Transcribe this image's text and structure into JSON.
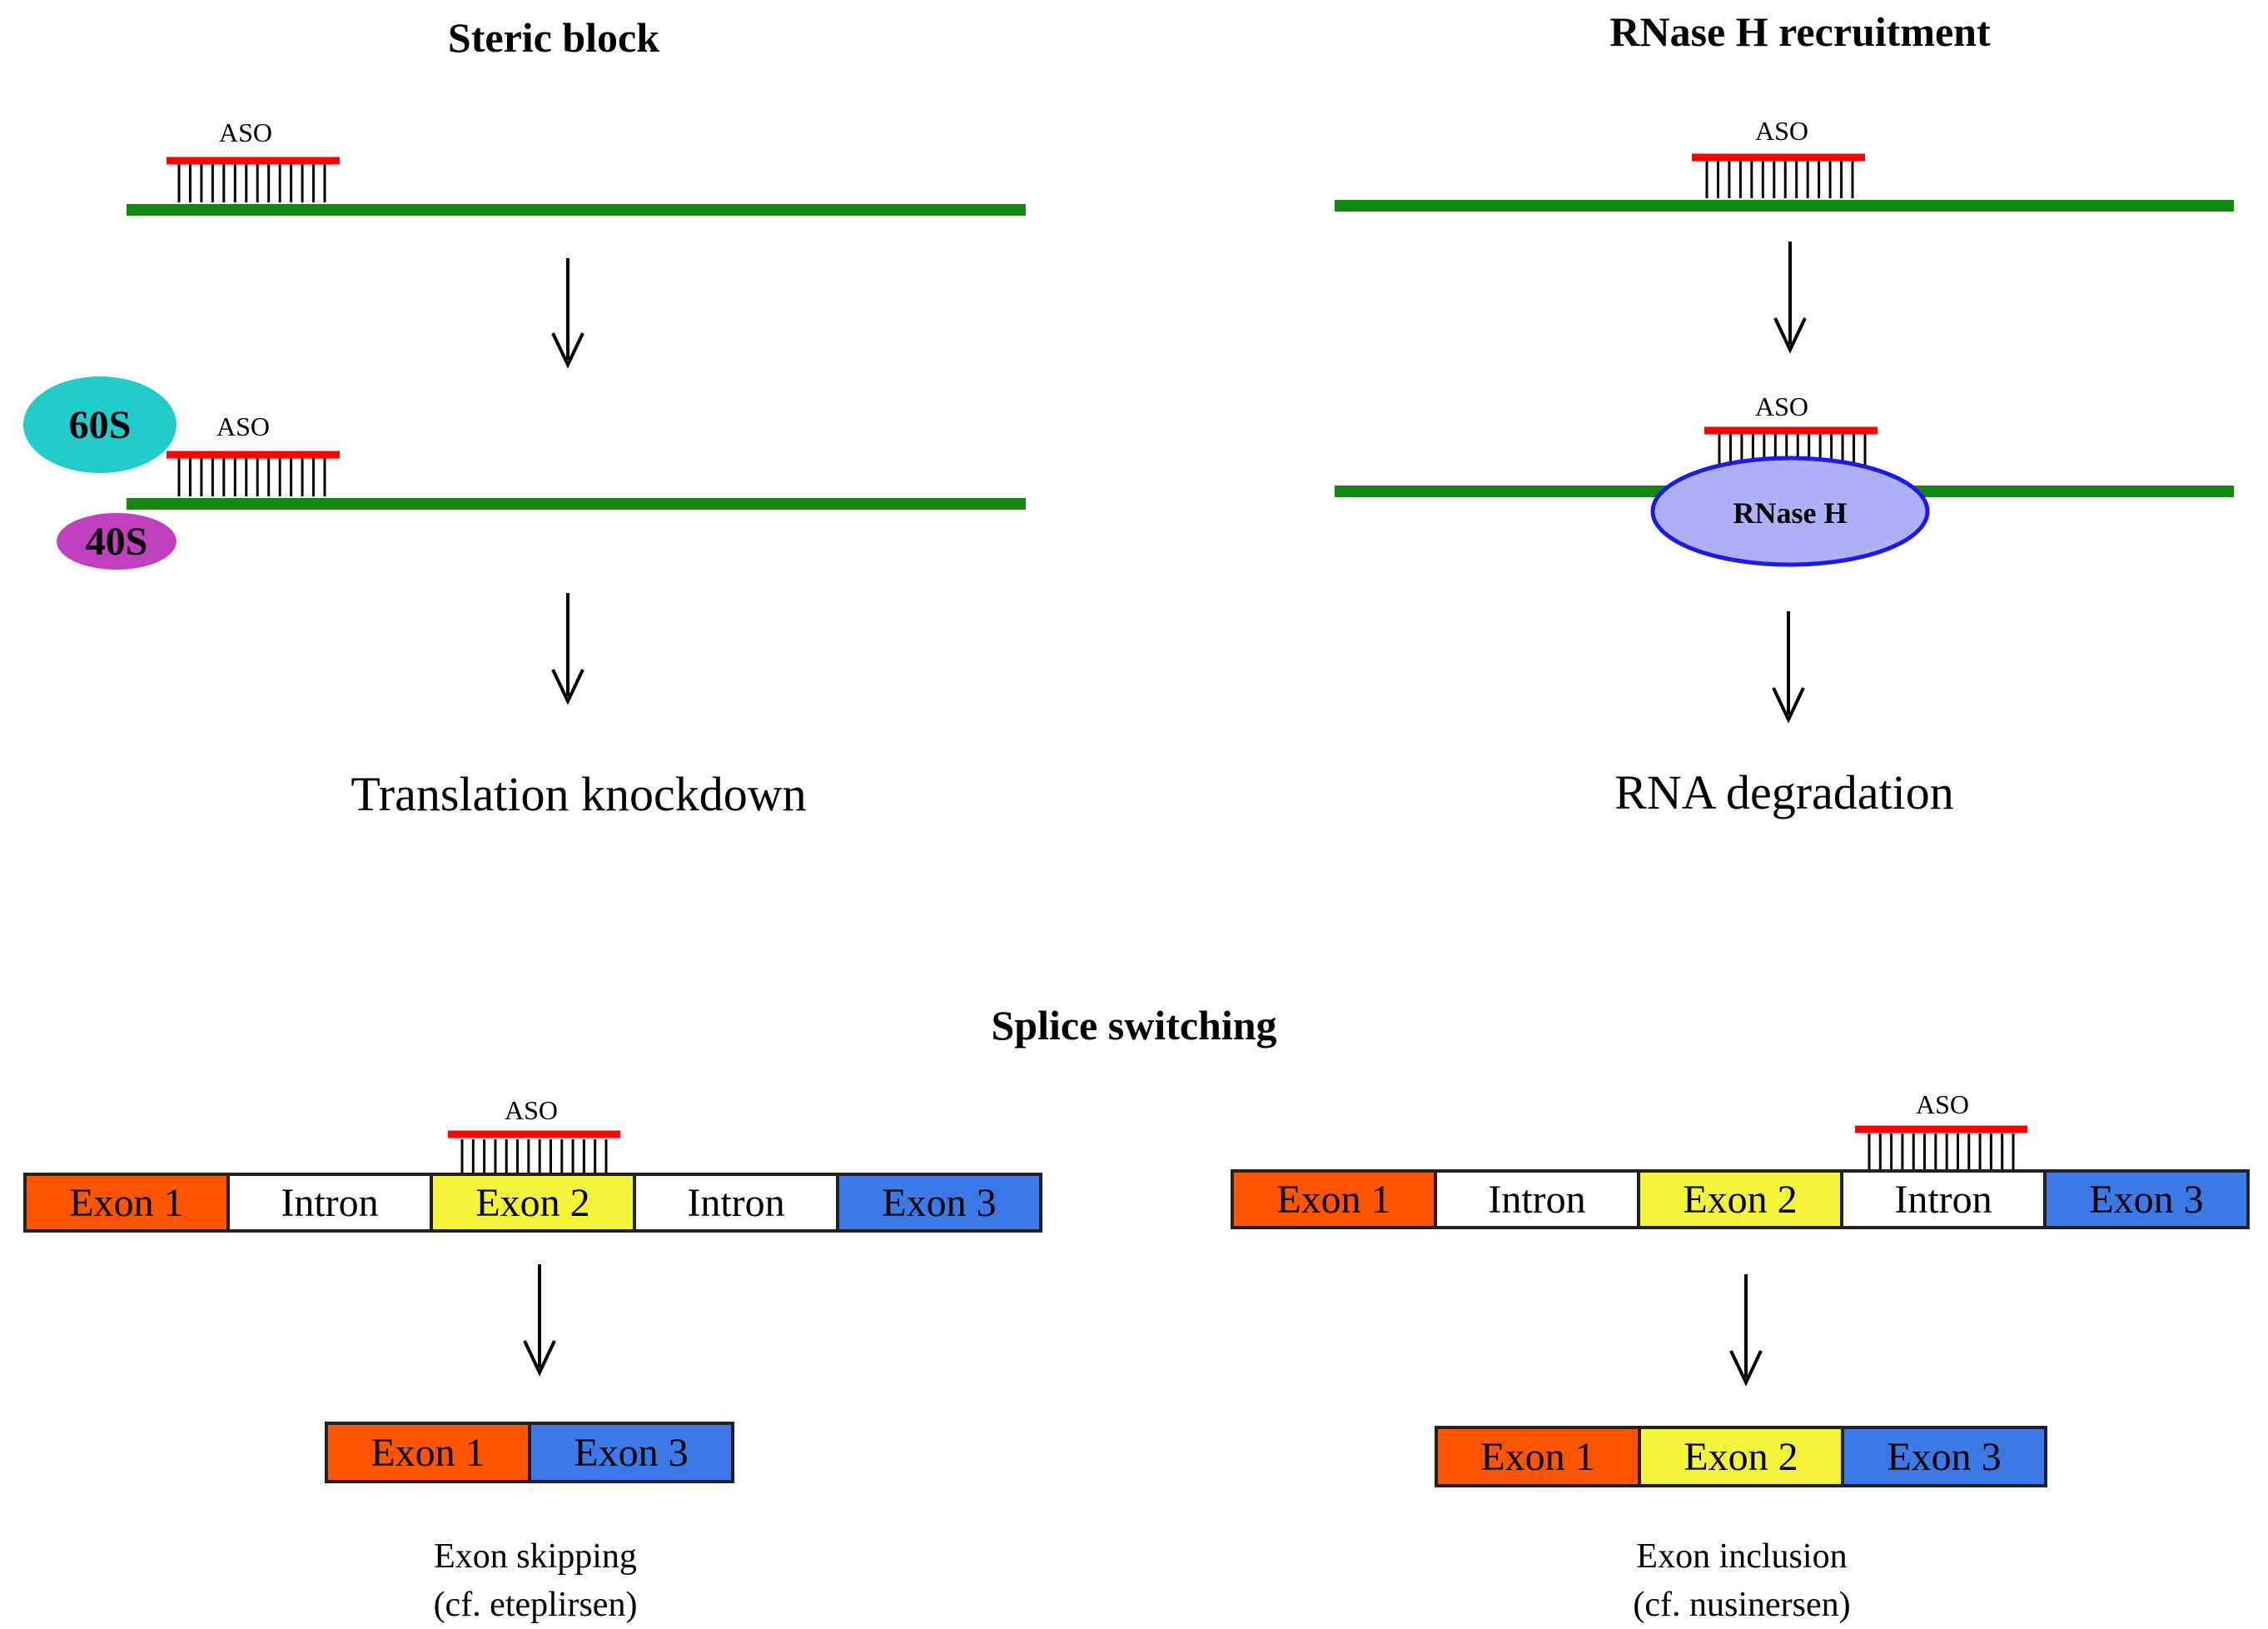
{
  "colors": {
    "rna": "#118811",
    "aso": "#ff0000",
    "ribo_60s": "#20cccc",
    "ribo_40s": "#c040c0",
    "rnase_fill": "#b0b0f8",
    "rnase_stroke": "#1a1aee",
    "exon1": "#ff5500",
    "exon2": "#f4f43a",
    "exon3": "#3b7ae6",
    "intron": "#ffffff",
    "box_border": "#222222"
  },
  "steric": {
    "title": "Steric block",
    "aso_label_1": "ASO",
    "aso_label_2": "ASO",
    "ribo_60s": "60S",
    "ribo_40s": "40S",
    "result": "Translation knockdown"
  },
  "rnase": {
    "title": "RNase H recruitment",
    "aso_label_1": "ASO",
    "aso_label_2": "ASO",
    "enzyme": "RNase H",
    "result": "RNA degradation"
  },
  "splice": {
    "title": "Splice switching",
    "skipping": {
      "aso_label": "ASO",
      "pre": [
        "Exon 1",
        "Intron",
        "Exon 2",
        "Intron",
        "Exon 3"
      ],
      "post": [
        "Exon 1",
        "Exon 3"
      ],
      "caption_line1": "Exon skipping",
      "caption_line2": "(cf. eteplirsen)"
    },
    "inclusion": {
      "aso_label": "ASO",
      "pre": [
        "Exon 1",
        "Intron",
        "Exon 2",
        "Intron",
        "Exon 3"
      ],
      "post": [
        "Exon 1",
        "Exon 2",
        "Exon 3"
      ],
      "caption_line1": "Exon inclusion",
      "caption_line2": "(cf. nusinersen)"
    }
  }
}
